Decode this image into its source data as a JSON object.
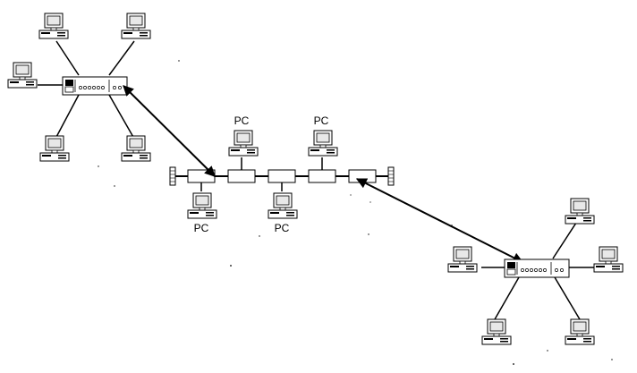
{
  "diagram": {
    "type": "network-topology",
    "description_labels": {
      "bus_top_left": "PC",
      "bus_top_right": "PC",
      "bus_bottom_left": "PC",
      "bus_bottom_right": "PC"
    },
    "colors": {
      "line": "#000000",
      "device_fill": "#ffffff",
      "screen": "#e8e8e8"
    },
    "icons": {
      "hub": "hub-icon",
      "pc": "pc-icon",
      "terminator": "bus-terminator-icon",
      "tap": "bus-tap-icon"
    }
  }
}
